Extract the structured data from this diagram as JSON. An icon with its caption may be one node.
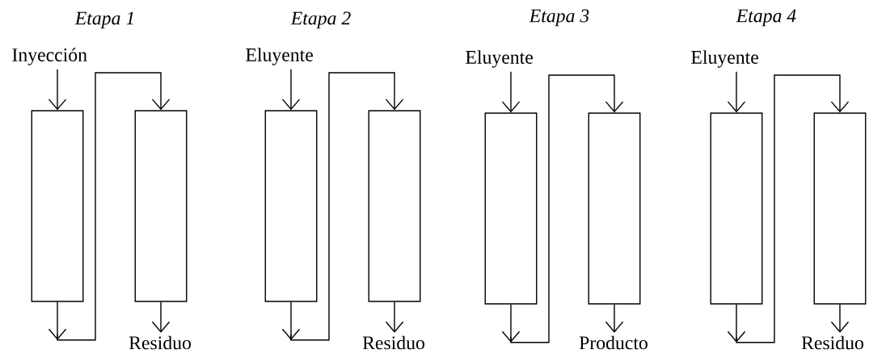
{
  "diagram": {
    "nodes": [
      {
        "text": [
          "Inyección"
        ]
      },
      {
        "text": [],
        "shape": "box"
      },
      {
        "text": [],
        "shape": "box"
      },
      {
        "text": [
          "Residuo"
        ]
      },
      {
        "text": [
          "Eluyente"
        ]
      },
      {
        "text": [],
        "shape": "box"
      },
      {
        "text": [],
        "shape": "box"
      },
      {
        "text": [
          "Residuo"
        ]
      },
      {
        "text": [
          "Eluyente"
        ]
      },
      {
        "text": [],
        "shape": "box"
      },
      {
        "text": [],
        "shape": "box"
      },
      {
        "text": [
          "Producto"
        ]
      },
      {
        "text": [
          "Eluyente"
        ]
      },
      {
        "text": [],
        "shape": "box"
      },
      {
        "text": [],
        "shape": "box"
      },
      {
        "text": [
          "Residuo"
        ]
      }
    ],
    "edges": [
      {
        "from": 0,
        "to": 1,
        "arrow": "to"
      },
      {
        "from": 1,
        "to": 2,
        "arrow": "to"
      },
      {
        "from": 2,
        "to": 3,
        "arrow": "to"
      },
      {
        "from": 4,
        "to": 5,
        "arrow": "to"
      },
      {
        "from": 5,
        "to": 6,
        "arrow": "to"
      },
      {
        "from": 6,
        "to": 7,
        "arrow": "to"
      },
      {
        "from": 8,
        "to": 9,
        "arrow": "to"
      },
      {
        "from": 9,
        "to": 10,
        "arrow": "to"
      },
      {
        "from": 10,
        "to": 11,
        "arrow": "to"
      },
      {
        "from": 12,
        "to": 13,
        "arrow": "to"
      },
      {
        "from": 13,
        "to": 14,
        "arrow": "to"
      },
      {
        "from": 14,
        "to": 15,
        "arrow": "to"
      }
    ],
    "labels": [
      "Etapa 1",
      "Etapa 2",
      "Etapa 3",
      "Etapa 4"
    ]
  }
}
